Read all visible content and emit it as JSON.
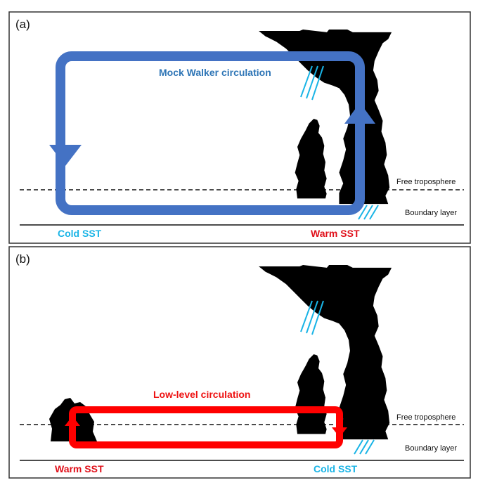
{
  "panel_a": {
    "label": "(a)",
    "circulation_title": "Mock Walker circulation",
    "free_troposphere": "Free troposphere",
    "boundary_layer": "Boundary layer",
    "left_sst": "Cold SST",
    "right_sst": "Warm SST"
  },
  "panel_b": {
    "label": "(b)",
    "circulation_title": "Low-level circulation",
    "free_troposphere": "Free troposphere",
    "boundary_layer": "Boundary layer",
    "left_sst": "Warm SST",
    "right_sst": "Cold SST"
  },
  "colors": {
    "walker_loop": "#4472c4",
    "low_level_loop": "#ff0000",
    "cloud": "#000000",
    "rain": "#19b4e6",
    "cold_sst": "#19b4e6",
    "warm_sst": "#e0101a"
  }
}
